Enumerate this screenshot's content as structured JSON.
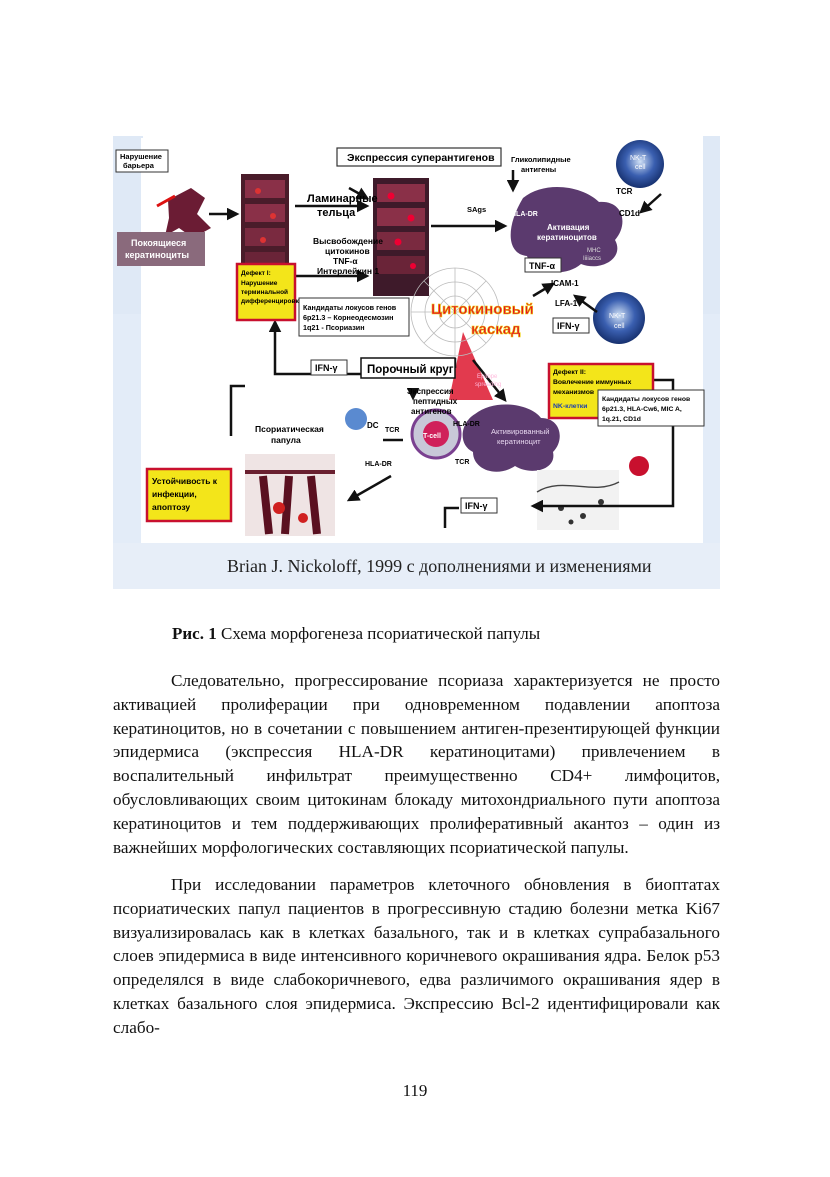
{
  "figure": {
    "credit": "Brian J. Nickoloff, 1999 с дополнениями и изменениями",
    "labels": {
      "barrier_1": "Нарушение",
      "barrier_2": "барьера",
      "superantigen": "Экспрессия суперантигенов",
      "glycolipid_1": "Гликолипидные",
      "glycolipid_2": "антигены",
      "nkt_top_1": "NK-T",
      "nkt_top_2": "cell",
      "tcr_top": "TCR",
      "cd1d": "CD1d",
      "lamellar_1": "Ламинарные",
      "lamellar_2": "тельца",
      "sags": "SAgs",
      "hla_dr_top": "HLA-DR",
      "activation_1": "Активация",
      "activation_2": "кератиноцитов",
      "mhc_1": "MHC",
      "mhc_2": "Iiiiaccs",
      "resting_1": "Покоящиеся",
      "resting_2": "кератиноциты",
      "release_1": "Высвобождение",
      "release_2": "цитокинов",
      "release_3": "TNF-α",
      "release_4": "Интерлейкин 1",
      "tnf": "TNF-α",
      "defect1_1": "Дефект I:",
      "defect1_2": "Нарушение",
      "defect1_3": "терминальной",
      "defect1_4": "дифференцировки",
      "icam": "ICAM-1",
      "lfa": "LFA-1",
      "candidates1_1": "Кандидаты локусов генов",
      "candidates1_2": "6p21.3 – Корнеодесмозин",
      "candidates1_3": "1q21 - Псориазин",
      "cytokine_1": "Цитокиновый",
      "cytokine_2": "каскад",
      "ifn_right": "IFN-γ",
      "nkt_mid_1": "NK-T",
      "nkt_mid_2": "cell",
      "ifn_left": "IFN-γ",
      "vicious": "Порочный круг",
      "epitope_1": "Epitope",
      "epitope_2": "spreading",
      "defect2_1": "Дефект II:",
      "defect2_2": "Вовлечение иммунных",
      "defect2_3": "механизмов",
      "defect2_4": "NK-клетки",
      "peptide_1": "Экспрессия",
      "peptide_2": "пептидных",
      "peptide_3": "антигенов",
      "candidates2_1": "Кандидаты локусов генов",
      "candidates2_2": "6p21.3,  HLA-Cw6, MIC A,",
      "candidates2_3": "1q.21,  CD1d",
      "papule_1": "Псориатическая",
      "papule_2": "папула",
      "dc": "DC",
      "tcr_bottom_1": "TCR",
      "hla_dr_bottom": "HLA-DR",
      "tcell": "T-cell",
      "hla_dr_right": "HLA-DR",
      "activated_1": "Активированный",
      "activated_2": "кератиноцит",
      "tcr_bottom_2": "TCR",
      "stability_1": "Устойчивость к",
      "stability_2": "инфекции,",
      "stability_3": "апоптозу",
      "ifn_bottom": "IFN-γ"
    }
  },
  "caption": {
    "prefix": "Рис. 1",
    "text": " Схема морфогенеза псориатической папулы"
  },
  "paragraphs": [
    "Следовательно, прогрессирование псориаза характеризуется не просто активацией пролиферации при одновременном подавлении апоптоза кератиноцитов, но в сочетании с повышением антиген-презентирующей функции эпидермиса (экспрессия HLA-DR кератино­цитами) привлечением в воспалительный инфильтрат преимуществен­но CD4+ лимфоцитов, обусловливающих своим цитокинам блокаду митохондриального пути апоптоза кератиноцитов и тем поддержива­ющих пролиферативный акантоз – один из важнейших морфологиче­ских составляющих псориатической папулы.",
    "При исследовании параметров клеточного обновления в биопта­тах псориатических папул пациентов в прогрессивную стадию болезни метка Ki67 визуализировалась как в клетках базального, так и в клет­ках супрабазального слоев эпидермиса в виде интенсивного коричне­вого окрашивания ядра. Белок p53 определялся в виде слабо­коричневого, едва различимого окрашивания ядер в клетках базально­го слоя эпидермиса. Экспрессию Bcl-2 идентифицировали как слабо-"
  ],
  "page_number": "119"
}
